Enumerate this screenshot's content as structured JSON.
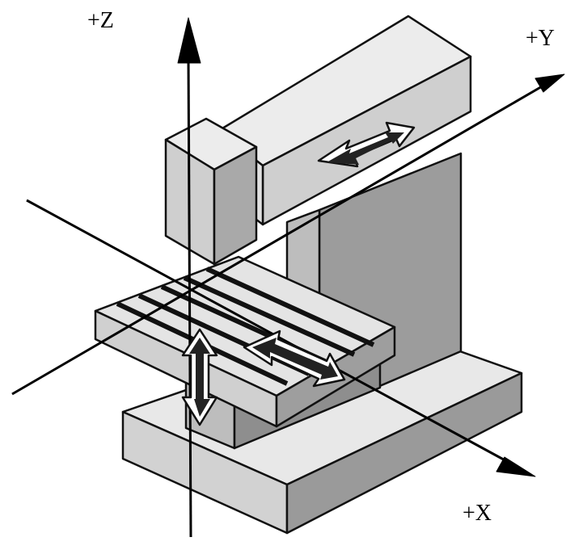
{
  "axes": {
    "z_label": "+Z",
    "y_label": "+Y",
    "x_label": "+X"
  },
  "colors": {
    "outline": "#111111",
    "face_light": "#e6e6e6",
    "face_mid": "#bdbdbd",
    "face_dark": "#8c8c8c",
    "background": "#ffffff"
  },
  "icons": {
    "axis_arrow": "triangle-arrowhead",
    "motion_arrow": "double-headed-arrow"
  }
}
